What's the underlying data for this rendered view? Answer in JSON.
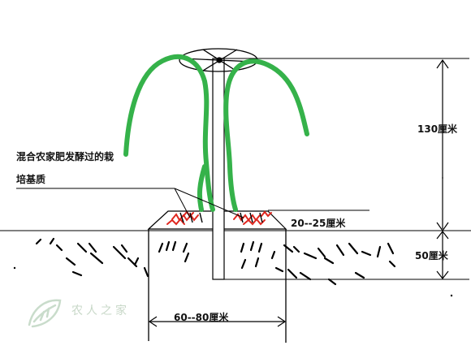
{
  "labels": {
    "substrate_line1": "混合农家肥发酵过的栽",
    "substrate_line2": "培基质",
    "height_total": "130厘米",
    "mound_height": "20--25厘米",
    "pit_depth": "50厘米",
    "pit_width": "60--80厘米"
  },
  "watermark": {
    "text": "农人之家",
    "icon": "leaf-logo-icon"
  },
  "colors": {
    "foliage": "#35b24a",
    "roots": "#e0271f",
    "lines": "#000000"
  }
}
